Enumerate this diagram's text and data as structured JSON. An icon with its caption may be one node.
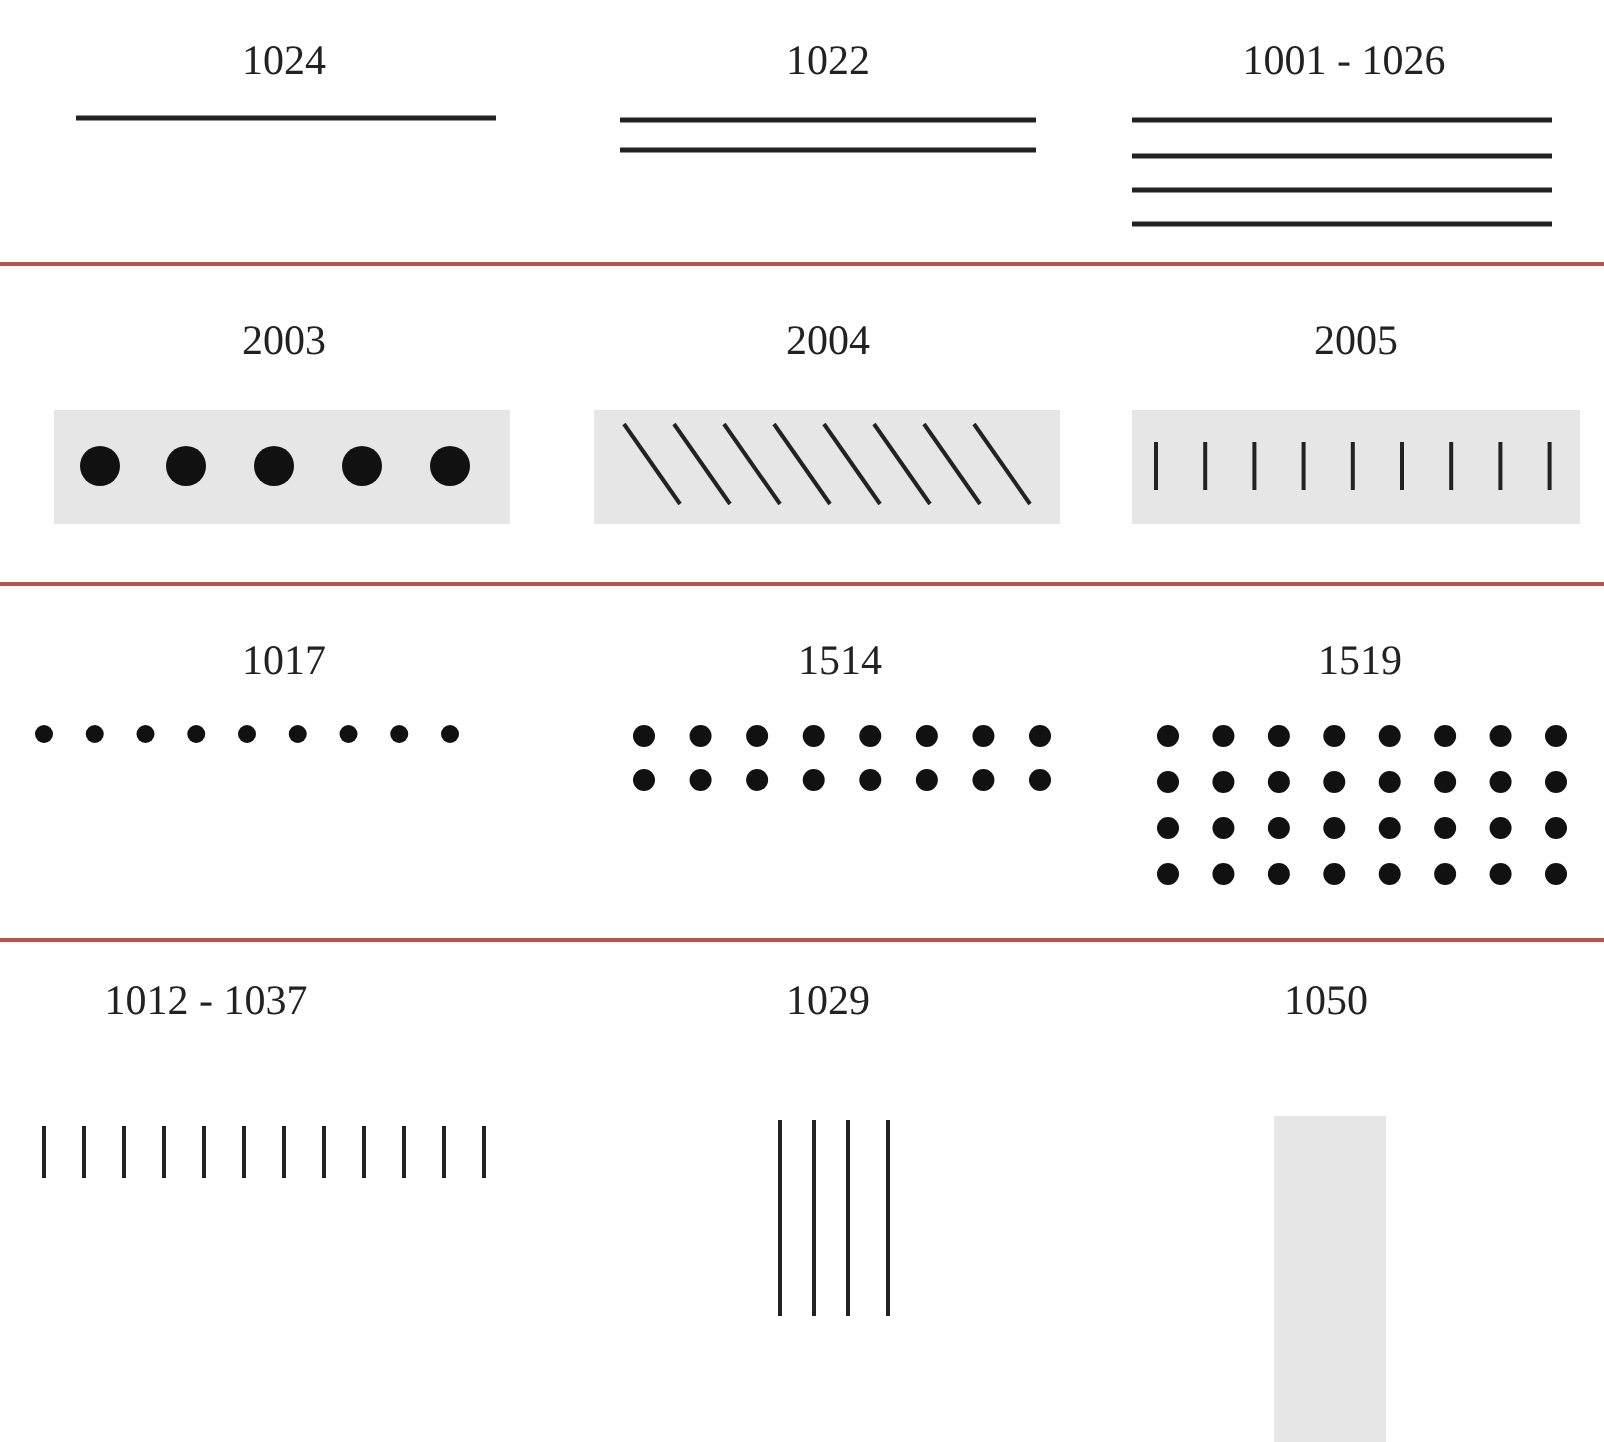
{
  "diagram": {
    "labels": [
      "1024",
      "1022",
      "1001 - 1026",
      "2003",
      "2004",
      "2005",
      "1017",
      "1514",
      "1519",
      "1012 - 1037",
      "1029",
      "1050"
    ]
  }
}
